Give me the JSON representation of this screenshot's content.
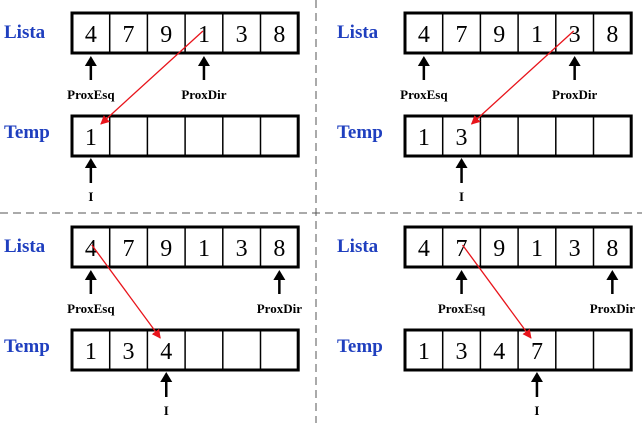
{
  "panels": [
    {
      "lista_label": "Lista",
      "temp_label": "Temp",
      "lista": [
        "4",
        "7",
        "9",
        "1",
        "3",
        "8"
      ],
      "temp": [
        "1",
        "",
        "",
        "",
        "",
        ""
      ],
      "prox_esq": {
        "label": "ProxEsq",
        "cell": 0
      },
      "prox_dir": {
        "label": "ProxDir",
        "cell": 3
      },
      "temp_pointer": {
        "label": "I",
        "cell": 0
      },
      "copy": {
        "from": 3,
        "to": 0
      }
    },
    {
      "lista_label": "Lista",
      "temp_label": "Temp",
      "lista": [
        "4",
        "7",
        "9",
        "1",
        "3",
        "8"
      ],
      "temp": [
        "1",
        "3",
        "",
        "",
        "",
        ""
      ],
      "prox_esq": {
        "label": "ProxEsq",
        "cell": 0
      },
      "prox_dir": {
        "label": "ProxDir",
        "cell": 4
      },
      "temp_pointer": {
        "label": "I",
        "cell": 1
      },
      "copy": {
        "from": 4,
        "to": 1
      }
    },
    {
      "lista_label": "Lista",
      "temp_label": "Temp",
      "lista": [
        "4",
        "7",
        "9",
        "1",
        "3",
        "8"
      ],
      "temp": [
        "1",
        "3",
        "4",
        "",
        "",
        ""
      ],
      "prox_esq": {
        "label": "ProxEsq",
        "cell": 0
      },
      "prox_dir": {
        "label": "ProxDir",
        "cell": 5
      },
      "temp_pointer": {
        "label": "I",
        "cell": 2
      },
      "copy": {
        "from": 0,
        "to": 2
      }
    },
    {
      "lista_label": "Lista",
      "temp_label": "Temp",
      "lista": [
        "4",
        "7",
        "9",
        "1",
        "3",
        "8"
      ],
      "temp": [
        "1",
        "3",
        "4",
        "7",
        "",
        ""
      ],
      "prox_esq": {
        "label": "ProxEsq",
        "cell": 1
      },
      "prox_dir": {
        "label": "ProxDir",
        "cell": 5
      },
      "temp_pointer": {
        "label": "I",
        "cell": 3
      },
      "copy": {
        "from": 1,
        "to": 3
      }
    }
  ],
  "colors": {
    "label": "#1f3fbf",
    "copy_arrow": "#e8141b",
    "divider": "#555555"
  }
}
